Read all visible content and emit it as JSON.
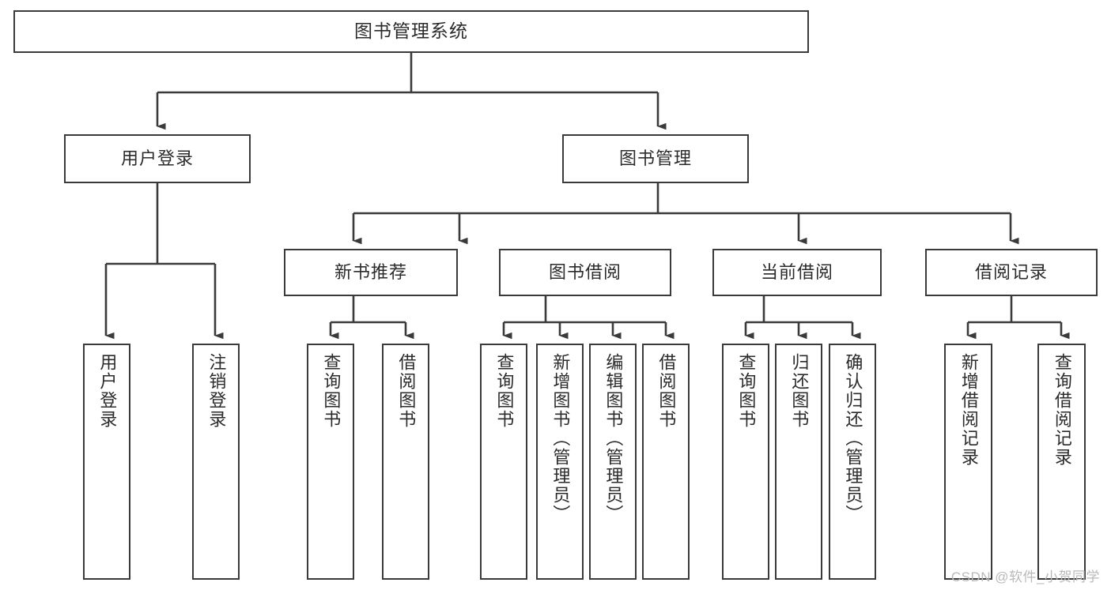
{
  "diagram": {
    "title": "图书管理系统",
    "watermark": "CSDN @软件_小贺同学",
    "line_color": "#3a3a3a",
    "box_fill": "#ffffff",
    "text_color": "#2b2b2b",
    "watermark_color": "#b9b9b9"
  },
  "nodes": {
    "root": {
      "label": "图书管理系统",
      "level": 1
    },
    "level2": [
      {
        "id": "user-login",
        "label": "用户登录"
      },
      {
        "id": "book-management",
        "label": "图书管理"
      }
    ],
    "level3": [
      {
        "id": "new-book-recommend",
        "label": "新书推荐",
        "parent": "book-management"
      },
      {
        "id": "book-borrow",
        "label": "图书借阅",
        "parent": "book-management"
      },
      {
        "id": "current-borrow",
        "label": "当前借阅",
        "parent": "book-management"
      },
      {
        "id": "borrow-record",
        "label": "借阅记录",
        "parent": "book-management"
      }
    ],
    "leaves": [
      {
        "id": "leaf-user-login",
        "label": "用户登录",
        "parent": "user-login"
      },
      {
        "id": "leaf-logout",
        "label": "注销登录",
        "parent": "user-login"
      },
      {
        "id": "leaf-query-book-1",
        "label": "查询图书",
        "parent": "new-book-recommend"
      },
      {
        "id": "leaf-borrow-book-1",
        "label": "借阅图书",
        "parent": "new-book-recommend"
      },
      {
        "id": "leaf-query-book-2",
        "label": "查询图书",
        "parent": "book-borrow"
      },
      {
        "id": "leaf-add-book",
        "label": "新增图书（管理员）",
        "parent": "book-borrow"
      },
      {
        "id": "leaf-edit-book",
        "label": "编辑图书（管理员）",
        "parent": "book-borrow"
      },
      {
        "id": "leaf-borrow-book-2",
        "label": "借阅图书",
        "parent": "book-borrow"
      },
      {
        "id": "leaf-query-book-3",
        "label": "查询图书",
        "parent": "current-borrow"
      },
      {
        "id": "leaf-return-book",
        "label": "归还图书",
        "parent": "current-borrow"
      },
      {
        "id": "leaf-confirm-return",
        "label": "确认归还（管理员）",
        "parent": "current-borrow"
      },
      {
        "id": "leaf-add-record",
        "label": "新增借阅记录",
        "parent": "borrow-record"
      },
      {
        "id": "leaf-query-record",
        "label": "查询借阅记录",
        "parent": "borrow-record"
      }
    ]
  }
}
